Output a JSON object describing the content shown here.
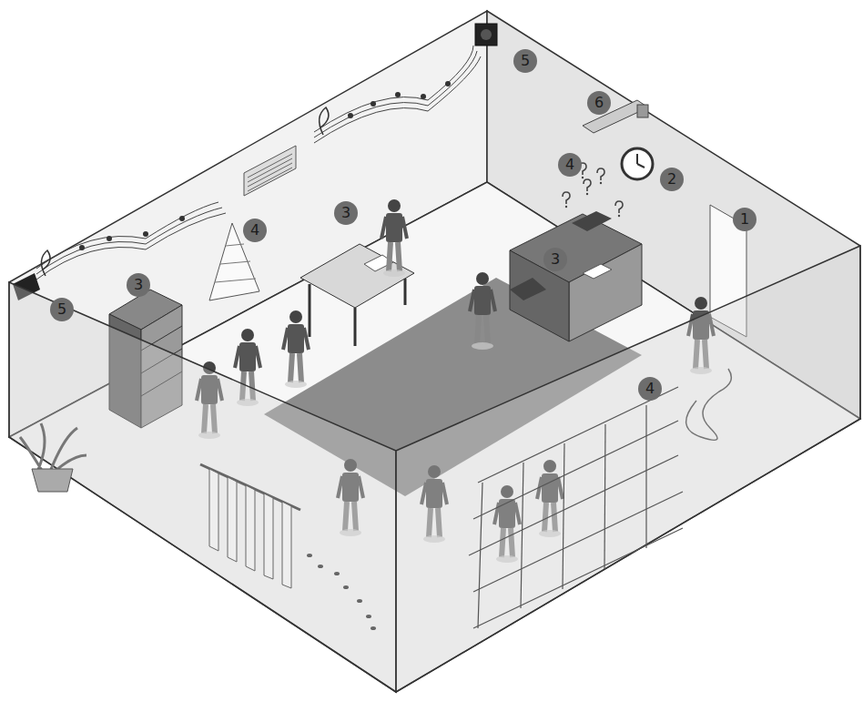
{
  "diagram": {
    "labels": [
      "5",
      "6",
      "4",
      "2",
      "1",
      "3",
      "4",
      "3",
      "3",
      "5",
      "4"
    ]
  }
}
